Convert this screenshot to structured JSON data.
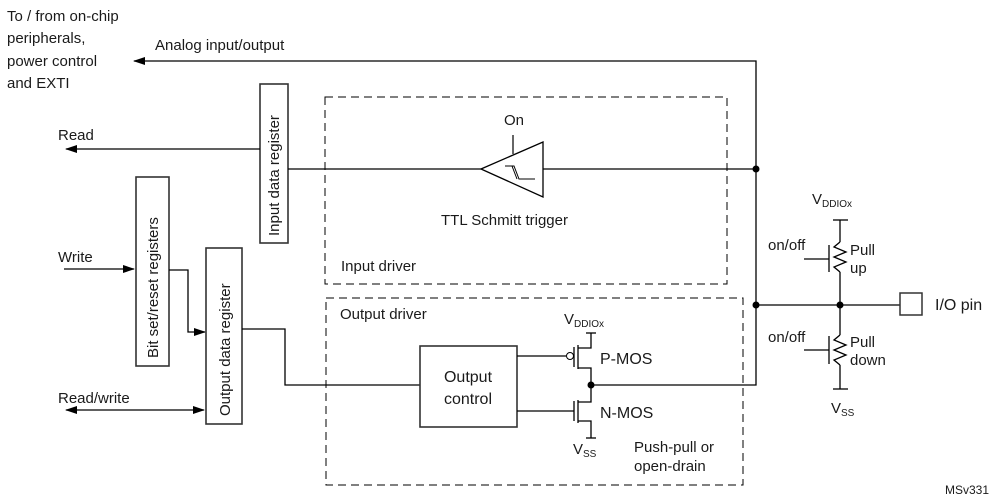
{
  "diagram": {
    "external_label_lines": [
      "To / from on-chip",
      "peripherals,",
      "power control",
      "and EXTI"
    ],
    "analog_label": "Analog input/output",
    "read_label": "Read",
    "write_label": "Write",
    "read_write_label": "Read/write",
    "input_data_register": "Input data register",
    "bit_set_reset_registers": "Bit set/reset registers",
    "output_data_register": "Output data register",
    "input_driver": {
      "label": "Input driver",
      "schmitt_label": "TTL Schmitt trigger",
      "on_label": "On"
    },
    "output_driver": {
      "label": "Output driver",
      "output_control_lines": [
        "Output",
        "control"
      ],
      "pmos_label": "P-MOS",
      "nmos_label": "N-MOS",
      "vdd": {
        "main": "V",
        "sub": "DDIOx"
      },
      "vss": {
        "main": "V",
        "sub": "SS"
      },
      "mode_lines": [
        "Push-pull or",
        "open-drain"
      ]
    },
    "pull_network": {
      "vdd": {
        "main": "V",
        "sub": "DDIOx"
      },
      "vss": {
        "main": "V",
        "sub": "SS"
      },
      "pull_up_switch": "on/off",
      "pull_up_lines": [
        "Pull",
        "up"
      ],
      "pull_down_switch": "on/off",
      "pull_down_lines": [
        "Pull",
        "down"
      ]
    },
    "io_pin_label": "I/O pin",
    "figure_id": "MSv331"
  }
}
